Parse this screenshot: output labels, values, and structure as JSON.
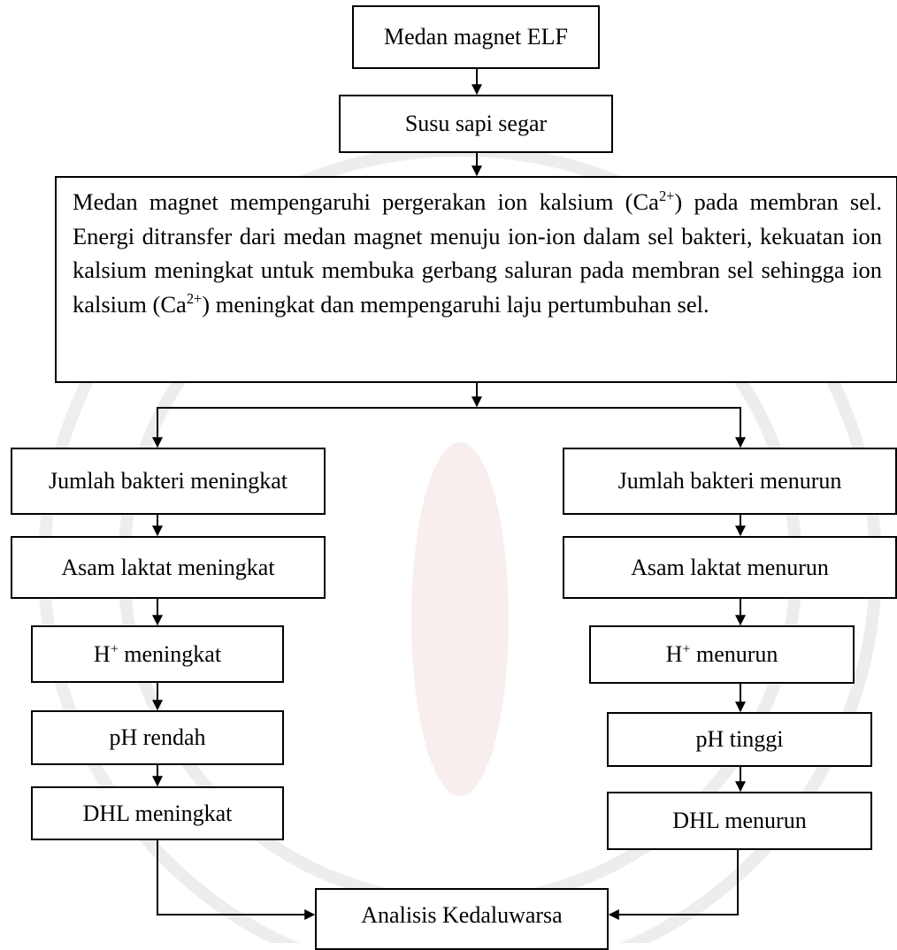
{
  "diagram": {
    "top": {
      "elf": "Medan magnet ELF",
      "milk": "Susu sapi segar"
    },
    "mechanism": {
      "t1": "Medan magnet mempengaruhi pergerakan ion kalsium (Ca",
      "t2": ") pada membran sel. Energi ditransfer dari medan magnet menuju ion-ion dalam sel bakteri, kekuatan ion kalsium meningkat untuk membuka gerbang saluran pada membran sel sehingga ion kalsium (Ca",
      "t3": ") meningkat dan mempengaruhi laju pertumbuhan sel.",
      "charge": "2+"
    },
    "left": {
      "bacteria": "Jumlah bakteri meningkat",
      "lactic": "Asam laktat meningkat",
      "h_base": "H",
      "h_charge": "+",
      "h_rest": " meningkat",
      "ph": "pH rendah",
      "dhl": "DHL meningkat"
    },
    "right": {
      "bacteria": "Jumlah bakteri menurun",
      "lactic": "Asam laktat menurun",
      "h_base": "H",
      "h_charge": "+",
      "h_rest": " menurun",
      "ph": "pH tinggi",
      "dhl": "DHL menurun"
    },
    "bottom": {
      "analysis": "Analisis Kedaluwarsa"
    }
  }
}
